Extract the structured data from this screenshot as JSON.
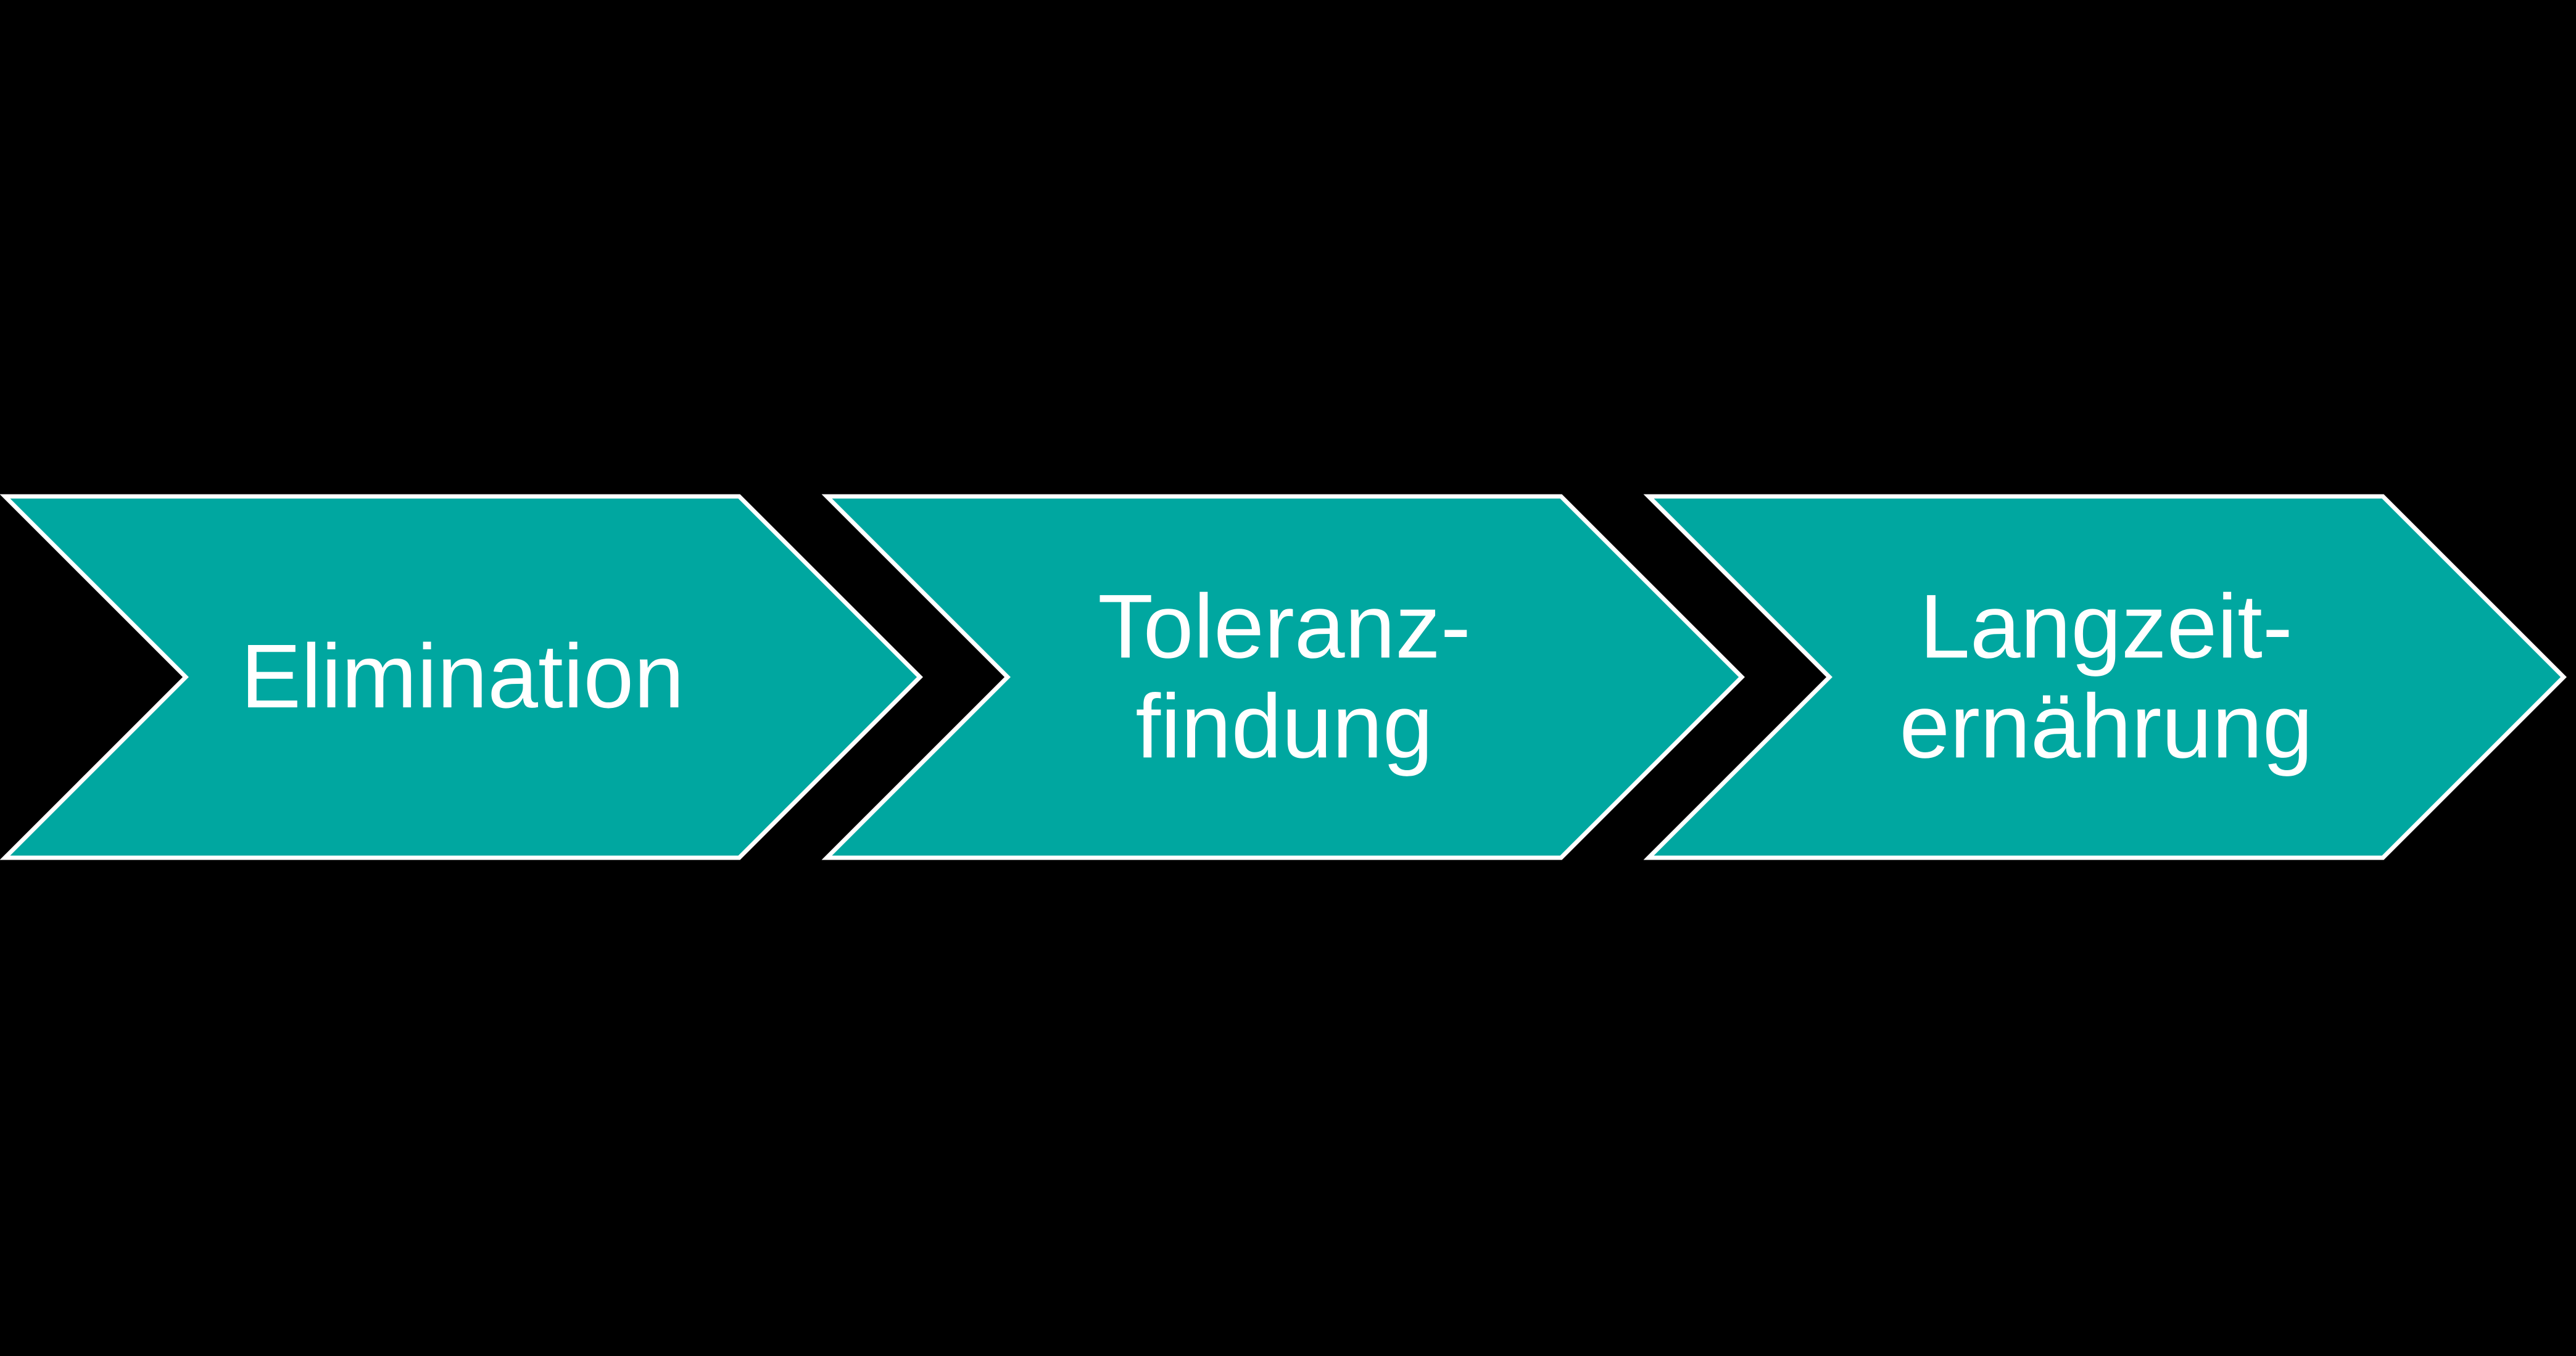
{
  "slide": {
    "background_color": "#000000",
    "style": {
      "arrow_fill": "#00A7A0",
      "arrow_outline": "#FFFFFF",
      "label_color": "#FFFFFF"
    },
    "steps": [
      {
        "label": "Elimination"
      },
      {
        "label": "Toleranz-\nfindung"
      },
      {
        "label": "Langzeit-\nernährung"
      }
    ]
  }
}
